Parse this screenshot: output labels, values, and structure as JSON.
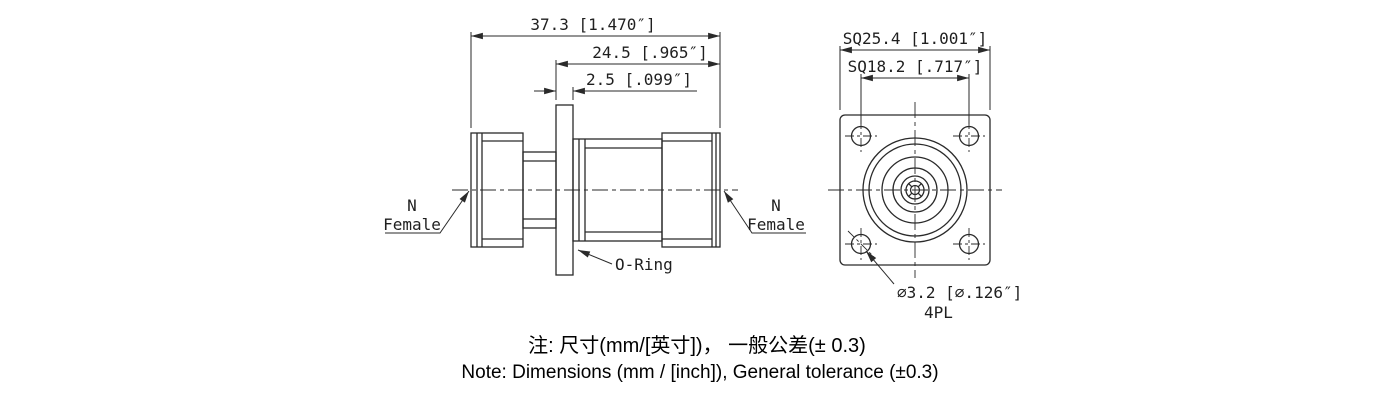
{
  "side_view": {
    "dim_overall_length": "37.3 [1.470″]",
    "dim_body_length": "24.5 [.965″]",
    "dim_flange_thickness": "2.5 [.099″]",
    "left_connector_label_line1": "N",
    "left_connector_label_line2": "Female",
    "right_connector_label_line1": "N",
    "right_connector_label_line2": "Female",
    "oring_label": "O-Ring"
  },
  "front_view": {
    "dim_flange_square": "SQ25.4 [1.001″]",
    "dim_hole_spacing_square": "SQ18.2 [.717″]",
    "dim_hole_diameter": "∅3.2 [∅.126″]",
    "hole_count_label": "4PL"
  },
  "notes": {
    "chinese": "注: 尺寸(mm/[英寸])， 一般公差(± 0.3)",
    "english": "Note: Dimensions (mm / [inch]), General tolerance (±0.3)"
  },
  "colors": {
    "line": "#2a2a2a",
    "text": "#1f1f1f",
    "background": "#ffffff"
  }
}
